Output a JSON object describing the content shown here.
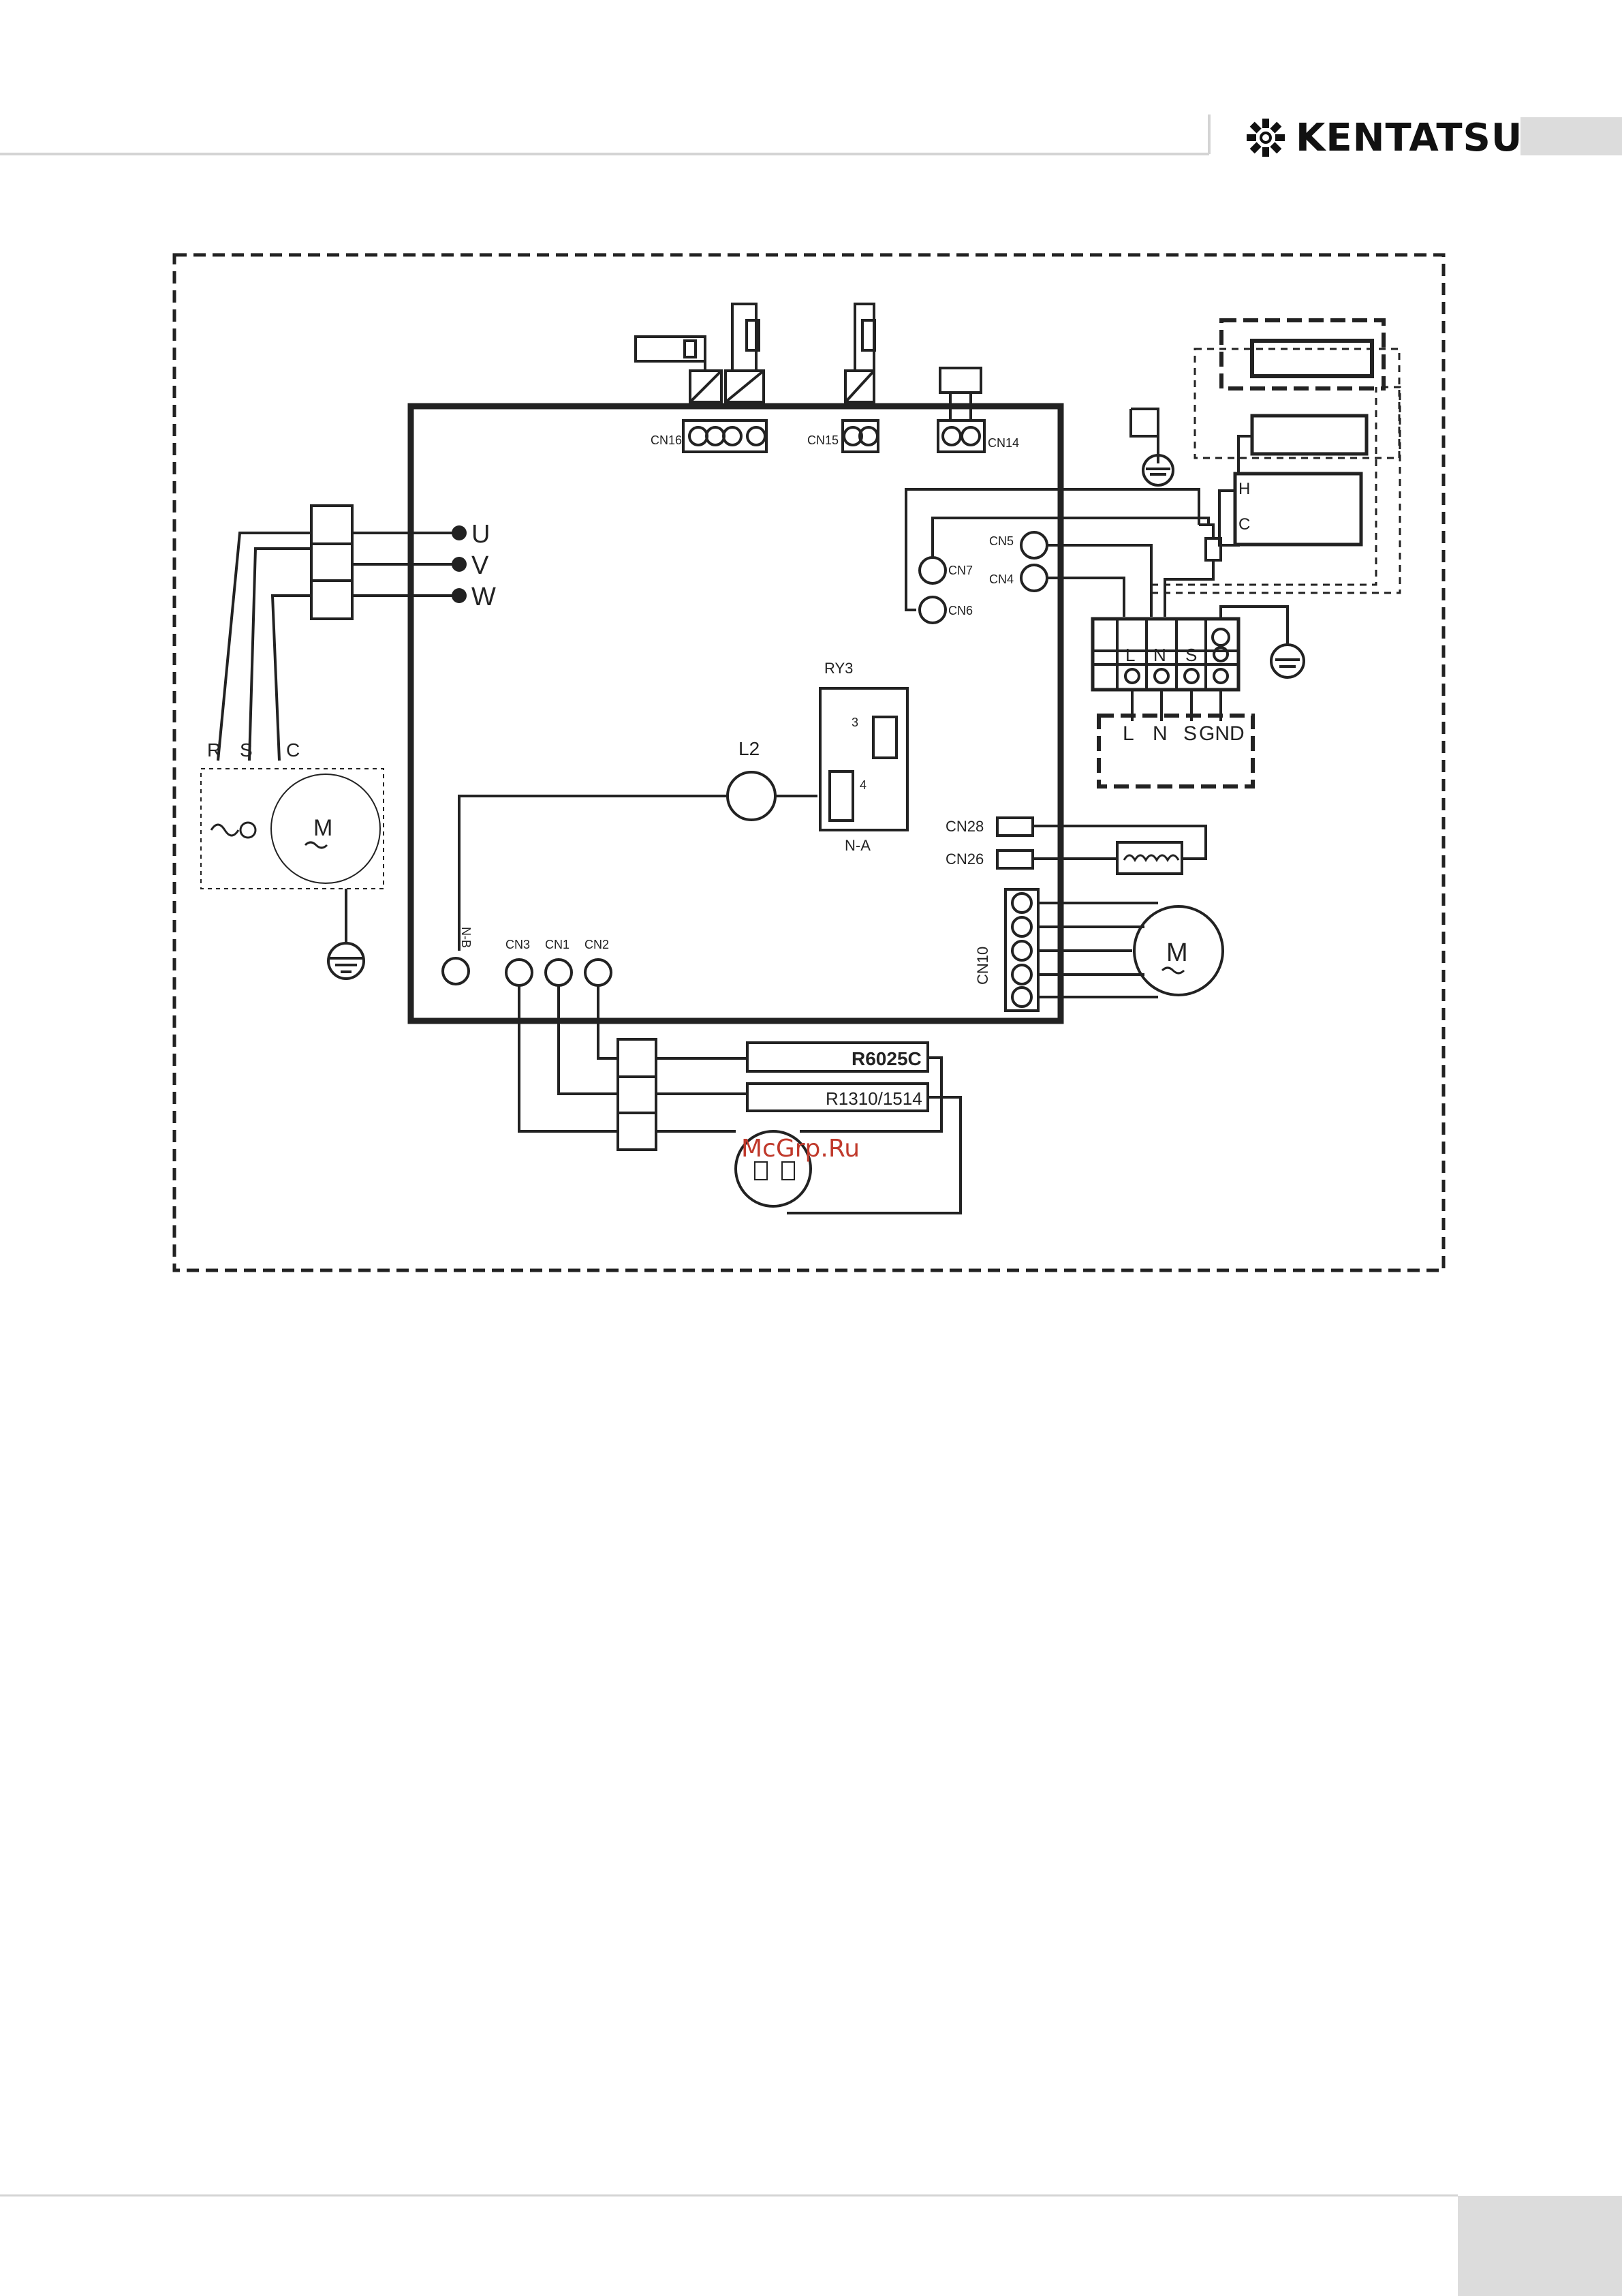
{
  "header": {
    "brand": "KENTATSU"
  },
  "connectors": {
    "cn16": "CN16",
    "cn15": "CN15",
    "cn14": "CN14",
    "cn5": "CN5",
    "cn4": "CN4",
    "cn7": "CN7",
    "cn6": "CN6",
    "cn28": "CN28",
    "cn26": "CN26",
    "cn10": "CN10",
    "cn3": "CN3",
    "cn1": "CN1",
    "cn2": "CN2",
    "nb": "N-B"
  },
  "motor_terminals": {
    "u": "U",
    "v": "V",
    "w": "W"
  },
  "relay": {
    "name": "RY3",
    "pin3": "3",
    "pin4": "4",
    "na": "N-A"
  },
  "inductor": "L2",
  "compressor_leads": {
    "r": "R",
    "s": "S",
    "c": "C"
  },
  "motor_symbol": "M",
  "terminal_block": {
    "top": [
      "L",
      "N",
      "S"
    ],
    "bottom": [
      "L",
      "N",
      "S",
      "GND"
    ]
  },
  "reactor": {
    "h": "H",
    "c": "C"
  },
  "sensors": {
    "s1": "R6025C",
    "s2": "R1310/1514"
  },
  "watermark": "McGrp.Ru",
  "colors": {
    "line": "#222222",
    "accent": "#c0392b",
    "gray": "#d4d4d4"
  }
}
